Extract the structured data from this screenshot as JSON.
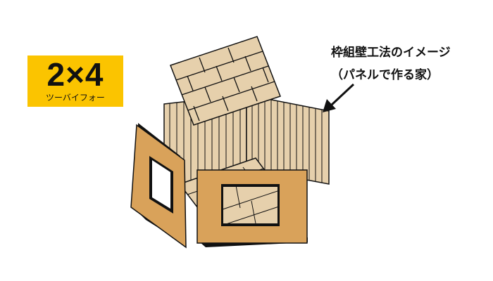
{
  "badge": {
    "main": "2×4",
    "sub": "ツーバイフォー"
  },
  "caption": {
    "line1": "枠組壁工法のイメージ",
    "line2": "（パネルで作る家）"
  },
  "colors": {
    "badge": "#fbc400",
    "panel_light": "#e6d0ac",
    "panel_dark": "#d9a25a",
    "outline": "#111111"
  }
}
